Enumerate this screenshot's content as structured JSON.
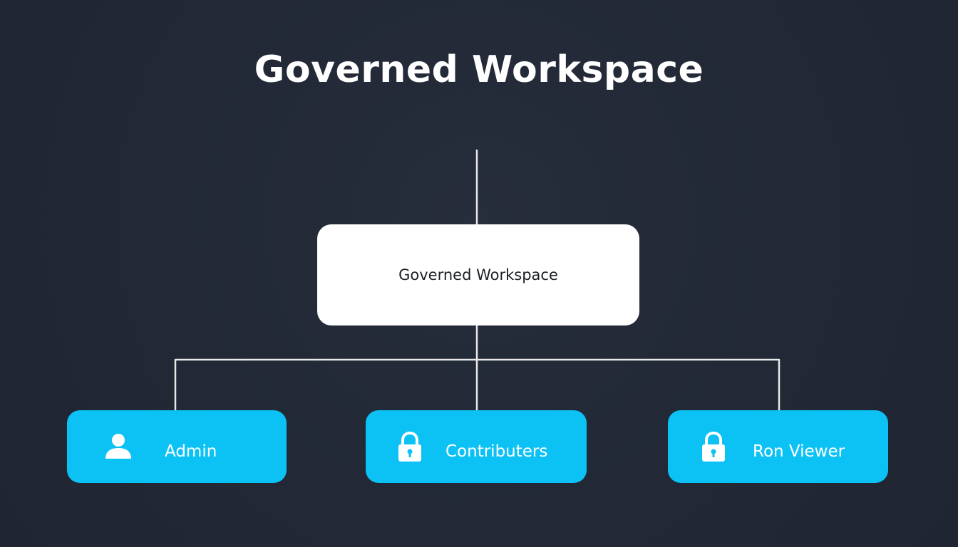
{
  "header": {
    "title": "Governed Workspace"
  },
  "diagram": {
    "root": {
      "label": "Governed Workspace"
    },
    "children": [
      {
        "label": "Admin",
        "icon": "user-icon"
      },
      {
        "label": "Contributers",
        "icon": "lock-icon"
      },
      {
        "label": "Ron Viewer",
        "icon": "lock-icon"
      }
    ]
  },
  "colors": {
    "background": "#222835",
    "root_fill": "#ffffff",
    "child_fill": "#0cc2f5",
    "connector": "#e8e8e8",
    "title_text": "#ffffff"
  }
}
